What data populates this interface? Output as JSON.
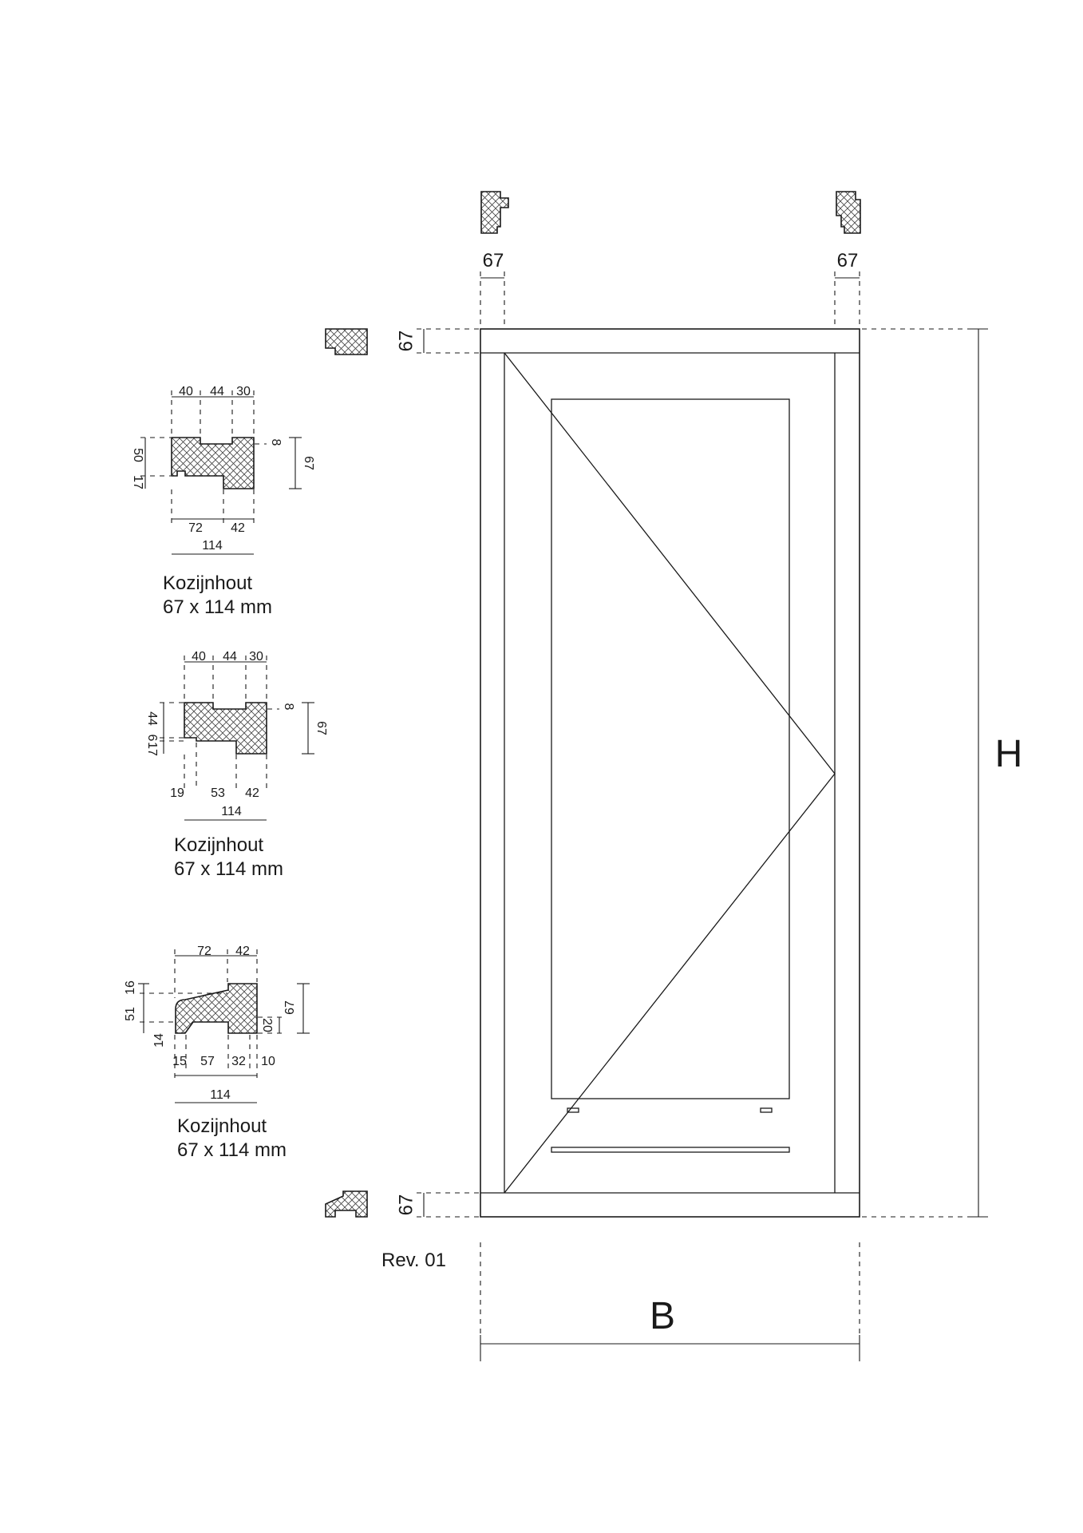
{
  "colors": {
    "line": "#1a1a1a",
    "background": "#ffffff",
    "hatch": "#444444"
  },
  "top_dims": {
    "left": "67",
    "right": "67"
  },
  "side_dims": {
    "top": "67",
    "bottom": "67"
  },
  "overall": {
    "height_label": "H",
    "width_label": "B"
  },
  "revision": "Rev. 01",
  "profiles": [
    {
      "top_dims": [
        "40",
        "44",
        "30"
      ],
      "left_dims": [
        "50",
        "17"
      ],
      "right_small": "8",
      "right_total": "67",
      "bottom_dims": [
        "72",
        "42"
      ],
      "total_width": "114",
      "caption_line1": "Kozijnhout",
      "caption_line2": "67 x 114 mm"
    },
    {
      "top_dims": [
        "40",
        "44",
        "30"
      ],
      "left_dims": [
        "44",
        "6",
        "17"
      ],
      "right_small": "8",
      "right_total": "67",
      "bottom_dims": [
        "19",
        "53",
        "42"
      ],
      "total_width": "114",
      "caption_line1": "Kozijnhout",
      "caption_line2": "67 x 114 mm"
    },
    {
      "top_dims": [
        "72",
        "42"
      ],
      "left_dims": [
        "16",
        "51",
        "14"
      ],
      "right_small": "20",
      "right_total": "67",
      "bottom_dims": [
        "15",
        "57",
        "32",
        "10"
      ],
      "total_width": "114",
      "caption_line1": "Kozijnhout",
      "caption_line2": "67 x 114 mm"
    }
  ]
}
